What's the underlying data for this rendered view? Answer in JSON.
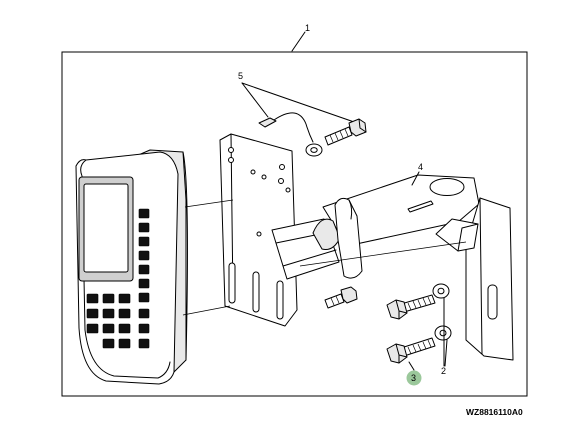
{
  "diagram": {
    "callouts": {
      "assembly": "1",
      "washer": "2",
      "bolt": "3",
      "bracket": "4",
      "lanyard": "5"
    },
    "highlight_color": "#9bc89b",
    "figure_id": "WZ8816110A0"
  }
}
